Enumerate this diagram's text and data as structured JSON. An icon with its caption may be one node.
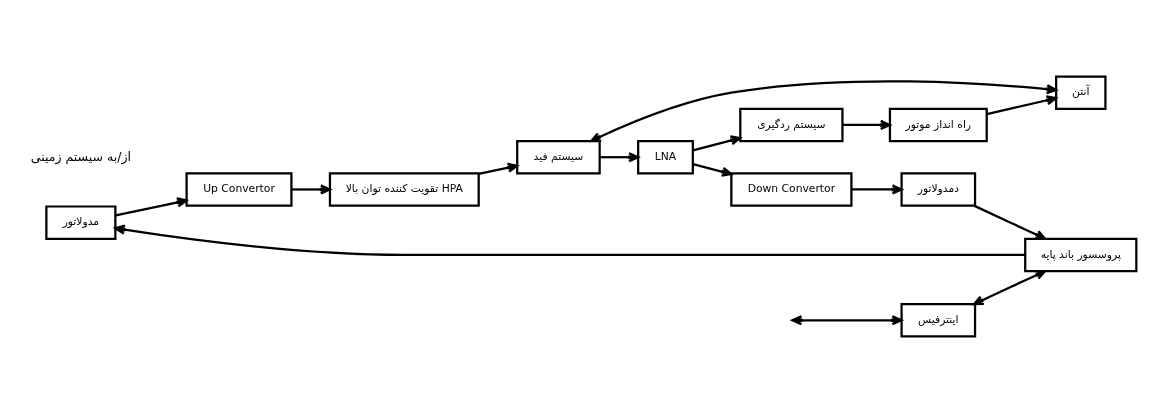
{
  "diagram": {
    "nodes": [
      {
        "text": [
          "مدولاتور"
        ]
      },
      {
        "text": [
          "Up Convertor"
        ]
      },
      {
        "text": [
          "تقویت کننده توان بالا HPA"
        ]
      },
      {
        "text": [
          "اینترفیس"
        ]
      },
      {
        "text": [
          "پروسسور باند پایه"
        ]
      },
      {
        "text": [
          "سیستم فید"
        ]
      },
      {
        "text": [
          "آنتن"
        ]
      },
      {
        "text": [
          "دمدولاتور"
        ]
      },
      {
        "text": [
          "Down Convertor"
        ]
      },
      {
        "text": [
          "LNA"
        ]
      },
      {
        "text": [
          "سیستم ردگیری"
        ]
      },
      {
        "text": [
          "راه انداز موتور"
        ]
      }
    ],
    "edges": [
      {
        "from": 0,
        "to": 1,
        "arrow": "to"
      },
      {
        "from": 1,
        "to": 2,
        "arrow": "to"
      },
      {
        "from": 2,
        "to": 5,
        "arrow": "to"
      },
      {
        "from": null,
        "to": 3,
        "arrow": "both"
      },
      {
        "from": 3,
        "to": 4,
        "arrow": "both"
      },
      {
        "from": 4,
        "to": 0,
        "arrow": "to"
      },
      {
        "from": 7,
        "to": 4,
        "arrow": "to"
      },
      {
        "from": 5,
        "to": 6,
        "arrow": "both"
      },
      {
        "from": 5,
        "to": 9,
        "arrow": "to"
      },
      {
        "from": 9,
        "to": 8,
        "arrow": "to"
      },
      {
        "from": 8,
        "to": 7,
        "arrow": "to"
      },
      {
        "from": 9,
        "to": 10,
        "arrow": "to"
      },
      {
        "from": 10,
        "to": 11,
        "arrow": "to"
      },
      {
        "from": 11,
        "to": 6,
        "arrow": "to"
      }
    ],
    "labels": [
      "از/به سیستم زمینی"
    ]
  }
}
